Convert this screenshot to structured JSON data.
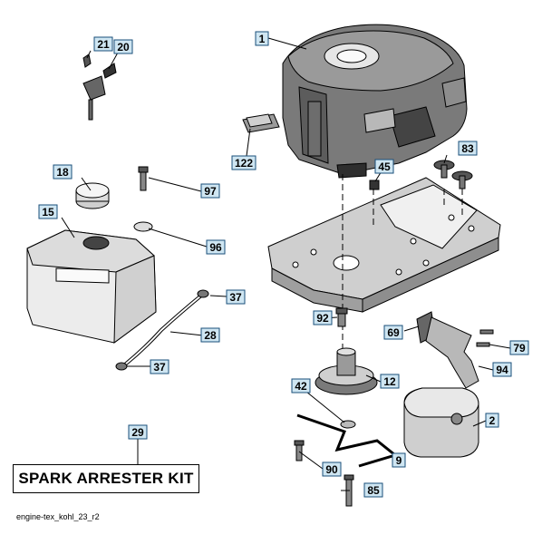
{
  "kit_label": "SPARK ARRESTER KIT",
  "drawing_code": "engine-tex_kohl_23_r2",
  "callout_fill": "#cfe6f2",
  "callout_border": "#1a4f7a",
  "callouts": [
    {
      "id": "c1",
      "label": "1"
    },
    {
      "id": "c2",
      "label": "2"
    },
    {
      "id": "c9",
      "label": "9"
    },
    {
      "id": "c12",
      "label": "12"
    },
    {
      "id": "c15",
      "label": "15"
    },
    {
      "id": "c18",
      "label": "18"
    },
    {
      "id": "c20",
      "label": "20"
    },
    {
      "id": "c21",
      "label": "21"
    },
    {
      "id": "c28",
      "label": "28"
    },
    {
      "id": "c29",
      "label": "29"
    },
    {
      "id": "c37a",
      "label": "37"
    },
    {
      "id": "c37b",
      "label": "37"
    },
    {
      "id": "c42",
      "label": "42"
    },
    {
      "id": "c45",
      "label": "45"
    },
    {
      "id": "c69",
      "label": "69"
    },
    {
      "id": "c79",
      "label": "79"
    },
    {
      "id": "c83",
      "label": "83"
    },
    {
      "id": "c85",
      "label": "85"
    },
    {
      "id": "c90",
      "label": "90"
    },
    {
      "id": "c92",
      "label": "92"
    },
    {
      "id": "c94",
      "label": "94"
    },
    {
      "id": "c96",
      "label": "96"
    },
    {
      "id": "c97",
      "label": "97"
    },
    {
      "id": "c122",
      "label": "122"
    }
  ]
}
